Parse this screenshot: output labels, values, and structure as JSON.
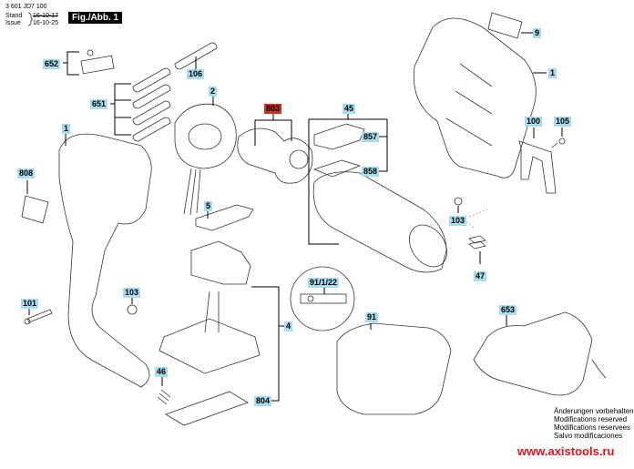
{
  "header": {
    "part_number": "3 601 JD7 100",
    "stand_label": "Stand",
    "issue_label": "Issue",
    "stand_date": "16-10-17",
    "issue_date": "16-10-25",
    "figure": "Fig./Abb. 1"
  },
  "labels": {
    "l9": "9",
    "l1_right": "1",
    "l652": "652",
    "l106": "106",
    "l651": "651",
    "l2": "2",
    "l803": "803",
    "l45": "45",
    "l857": "857",
    "l858": "858",
    "l100": "100",
    "l105": "105",
    "l1_left": "1",
    "l808": "808",
    "l5": "5",
    "l103_right": "103",
    "l47": "47",
    "l101": "101",
    "l103_left": "103",
    "l4": "4",
    "l91_1_22": "91/1/22",
    "l91": "91",
    "l653": "653",
    "l46": "46",
    "l804": "804"
  },
  "notes": [
    "Änderungen vorbehalten",
    "Modifications reserved",
    "Modifications reservees",
    "Salvo modificaciones"
  ],
  "website": "www.axistools.ru",
  "highlight_color": "#a8dcef",
  "alert_color": "#c8321e"
}
